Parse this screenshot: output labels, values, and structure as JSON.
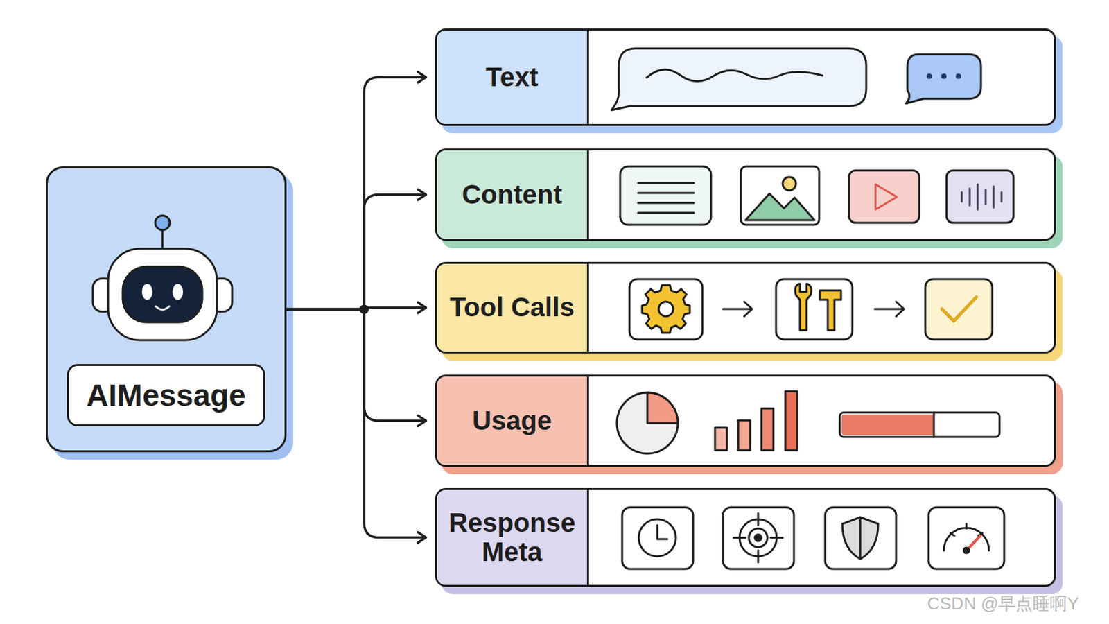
{
  "diagram": {
    "nodes": [
      {
        "text": [
          "AIMessage"
        ]
      },
      {
        "text": [
          "Text"
        ]
      },
      {
        "text": [
          "Content"
        ]
      },
      {
        "text": [
          "Tool Calls"
        ]
      },
      {
        "text": [
          "Usage"
        ]
      },
      {
        "text": [
          "Response Meta"
        ]
      }
    ],
    "edges": [
      {
        "from": 0,
        "to": 1,
        "arrow": "to"
      },
      {
        "from": 0,
        "to": 2,
        "arrow": "to"
      },
      {
        "from": 0,
        "to": 3,
        "arrow": "to"
      },
      {
        "from": 0,
        "to": 4,
        "arrow": "to"
      },
      {
        "from": 0,
        "to": 5,
        "arrow": "to"
      }
    ],
    "labels": [
      "CSDN @早点睡啊Y"
    ]
  }
}
